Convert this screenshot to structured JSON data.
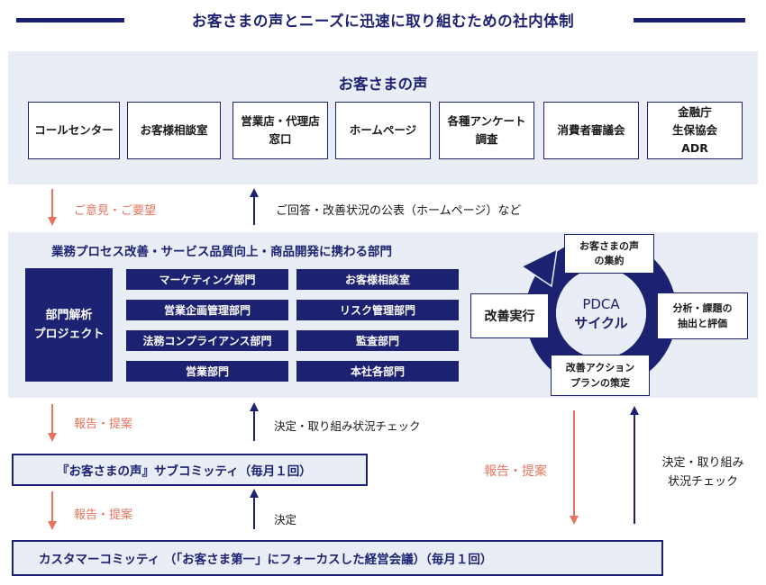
{
  "title": "お客さまの声とニーズに迅速に取り組むための社内体制",
  "voice": {
    "heading": "お客さまの声",
    "boxes": [
      "コールセンター",
      "お客様相談室",
      "営業店・代理店\n窓口",
      "ホームページ",
      "各種アンケート\n調査",
      "消費者審議会",
      "金融庁\n生保協会\nADR"
    ]
  },
  "arrows": {
    "opinion": "ご意見・ご要望",
    "reply": "ご回答・改善状況の公表（ホームページ）など",
    "report1": "報告・提案",
    "decide1": "決定・取り組み状況チェック",
    "report2": "報告・提案",
    "decide2": "決定",
    "report_right": "報告・提案",
    "decide_right": "決定・取り組み\n状況チェック"
  },
  "departments": {
    "heading": "業務プロセス改善・サービス品質向上・商品開発に携わる部門",
    "project": "部門解析\nプロジェクト",
    "left_col": [
      "マーケティング部門",
      "営業企画管理部門",
      "法務コンプライアンス部門",
      "営業部門"
    ],
    "right_col": [
      "お客様相談室",
      "リスク管理部門",
      "監査部門",
      "本社各部門"
    ]
  },
  "pdca": {
    "center": "PDCA\nサイクル",
    "top": "お客さまの声\nの集約",
    "right": "分析・課題の\n抽出と評価",
    "bottom": "改善アクション\nプランの策定",
    "left": "改善実行"
  },
  "committees": {
    "sub": "『お客さまの声』サブコミッティ（毎月１回）",
    "customer": "カスタマーコミッティ （「お客さま第一」にフォーカスした経営会議）（毎月１回）"
  },
  "colors": {
    "navy": "#1c2271",
    "band": "#e9eef6",
    "orange": "#e8745e"
  }
}
